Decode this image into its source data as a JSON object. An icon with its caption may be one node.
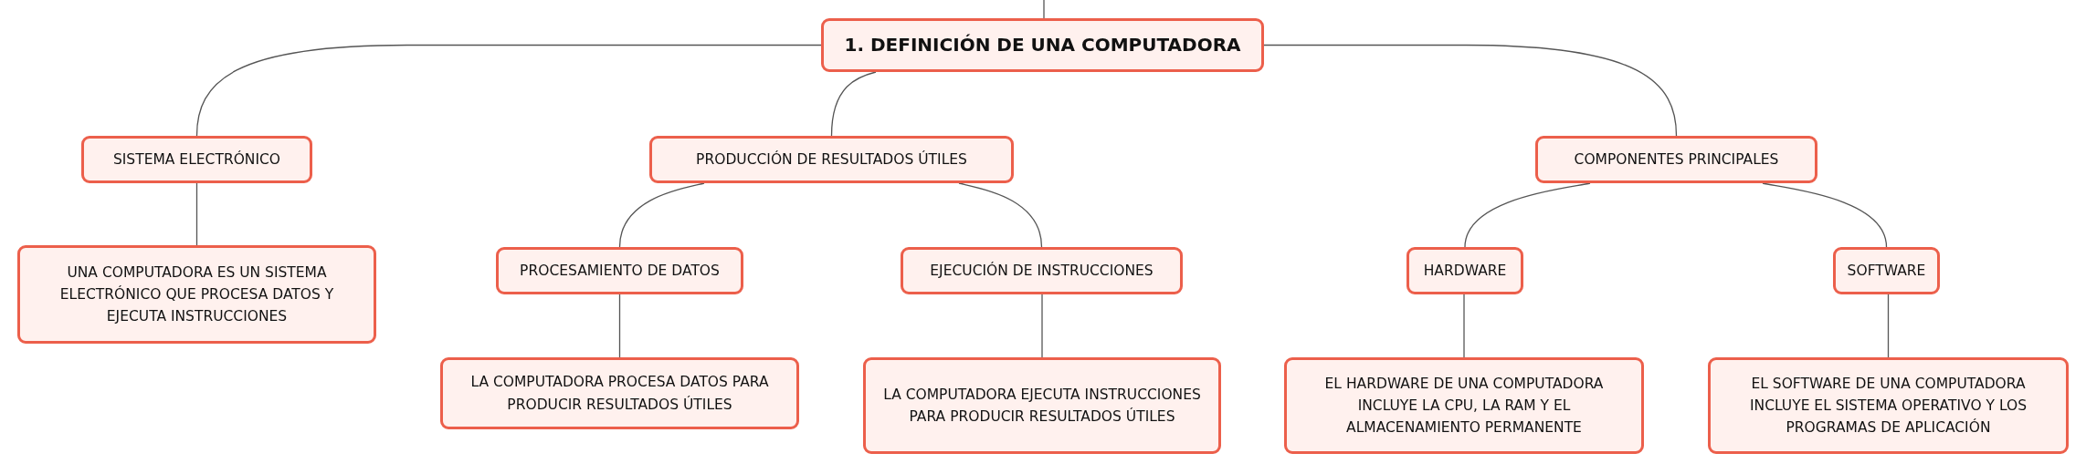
{
  "diagram": {
    "nodes": [
      {
        "text": [
          "1. DEFINICIÓN DE UNA COMPUTADORA"
        ]
      },
      {
        "text": [
          "SISTEMA ELECTRÓNICO"
        ]
      },
      {
        "text": [
          "PRODUCCIÓN DE RESULTADOS ÚTILES"
        ]
      },
      {
        "text": [
          "COMPONENTES PRINCIPALES"
        ]
      },
      {
        "text": [
          "UNA COMPUTADORA ES UN SISTEMA ELECTRÓNICO QUE PROCESA DATOS Y EJECUTA INSTRUCCIONES"
        ]
      },
      {
        "text": [
          "PROCESAMIENTO DE DATOS"
        ]
      },
      {
        "text": [
          "EJECUCIÓN DE INSTRUCCIONES"
        ]
      },
      {
        "text": [
          "HARDWARE"
        ]
      },
      {
        "text": [
          "SOFTWARE"
        ]
      },
      {
        "text": [
          "LA COMPUTADORA PROCESA DATOS PARA PRODUCIR RESULTADOS ÚTILES"
        ]
      },
      {
        "text": [
          "LA COMPUTADORA EJECUTA INSTRUCCIONES PARA PRODUCIR RESULTADOS ÚTILES"
        ]
      },
      {
        "text": [
          "EL HARDWARE DE UNA COMPUTADORA INCLUYE LA CPU, LA RAM Y EL ALMACENAMIENTO PERMANENTE"
        ]
      },
      {
        "text": [
          "EL SOFTWARE DE UNA COMPUTADORA INCLUYE EL SISTEMA OPERATIVO Y LOS PROGRAMAS DE APLICACIÓN"
        ]
      }
    ],
    "edges": [
      {
        "from": null,
        "to": 0,
        "arrow": "none"
      },
      {
        "from": 0,
        "to": 1,
        "arrow": "none"
      },
      {
        "from": 0,
        "to": 2,
        "arrow": "none"
      },
      {
        "from": 0,
        "to": 3,
        "arrow": "none"
      },
      {
        "from": 1,
        "to": 4,
        "arrow": "none"
      },
      {
        "from": 2,
        "to": 5,
        "arrow": "none"
      },
      {
        "from": 2,
        "to": 6,
        "arrow": "none"
      },
      {
        "from": 3,
        "to": 7,
        "arrow": "none"
      },
      {
        "from": 3,
        "to": 8,
        "arrow": "none"
      },
      {
        "from": 5,
        "to": 9,
        "arrow": "none"
      },
      {
        "from": 6,
        "to": 10,
        "arrow": "none"
      },
      {
        "from": 7,
        "to": 11,
        "arrow": "none"
      },
      {
        "from": 8,
        "to": 12,
        "arrow": "none"
      }
    ]
  }
}
